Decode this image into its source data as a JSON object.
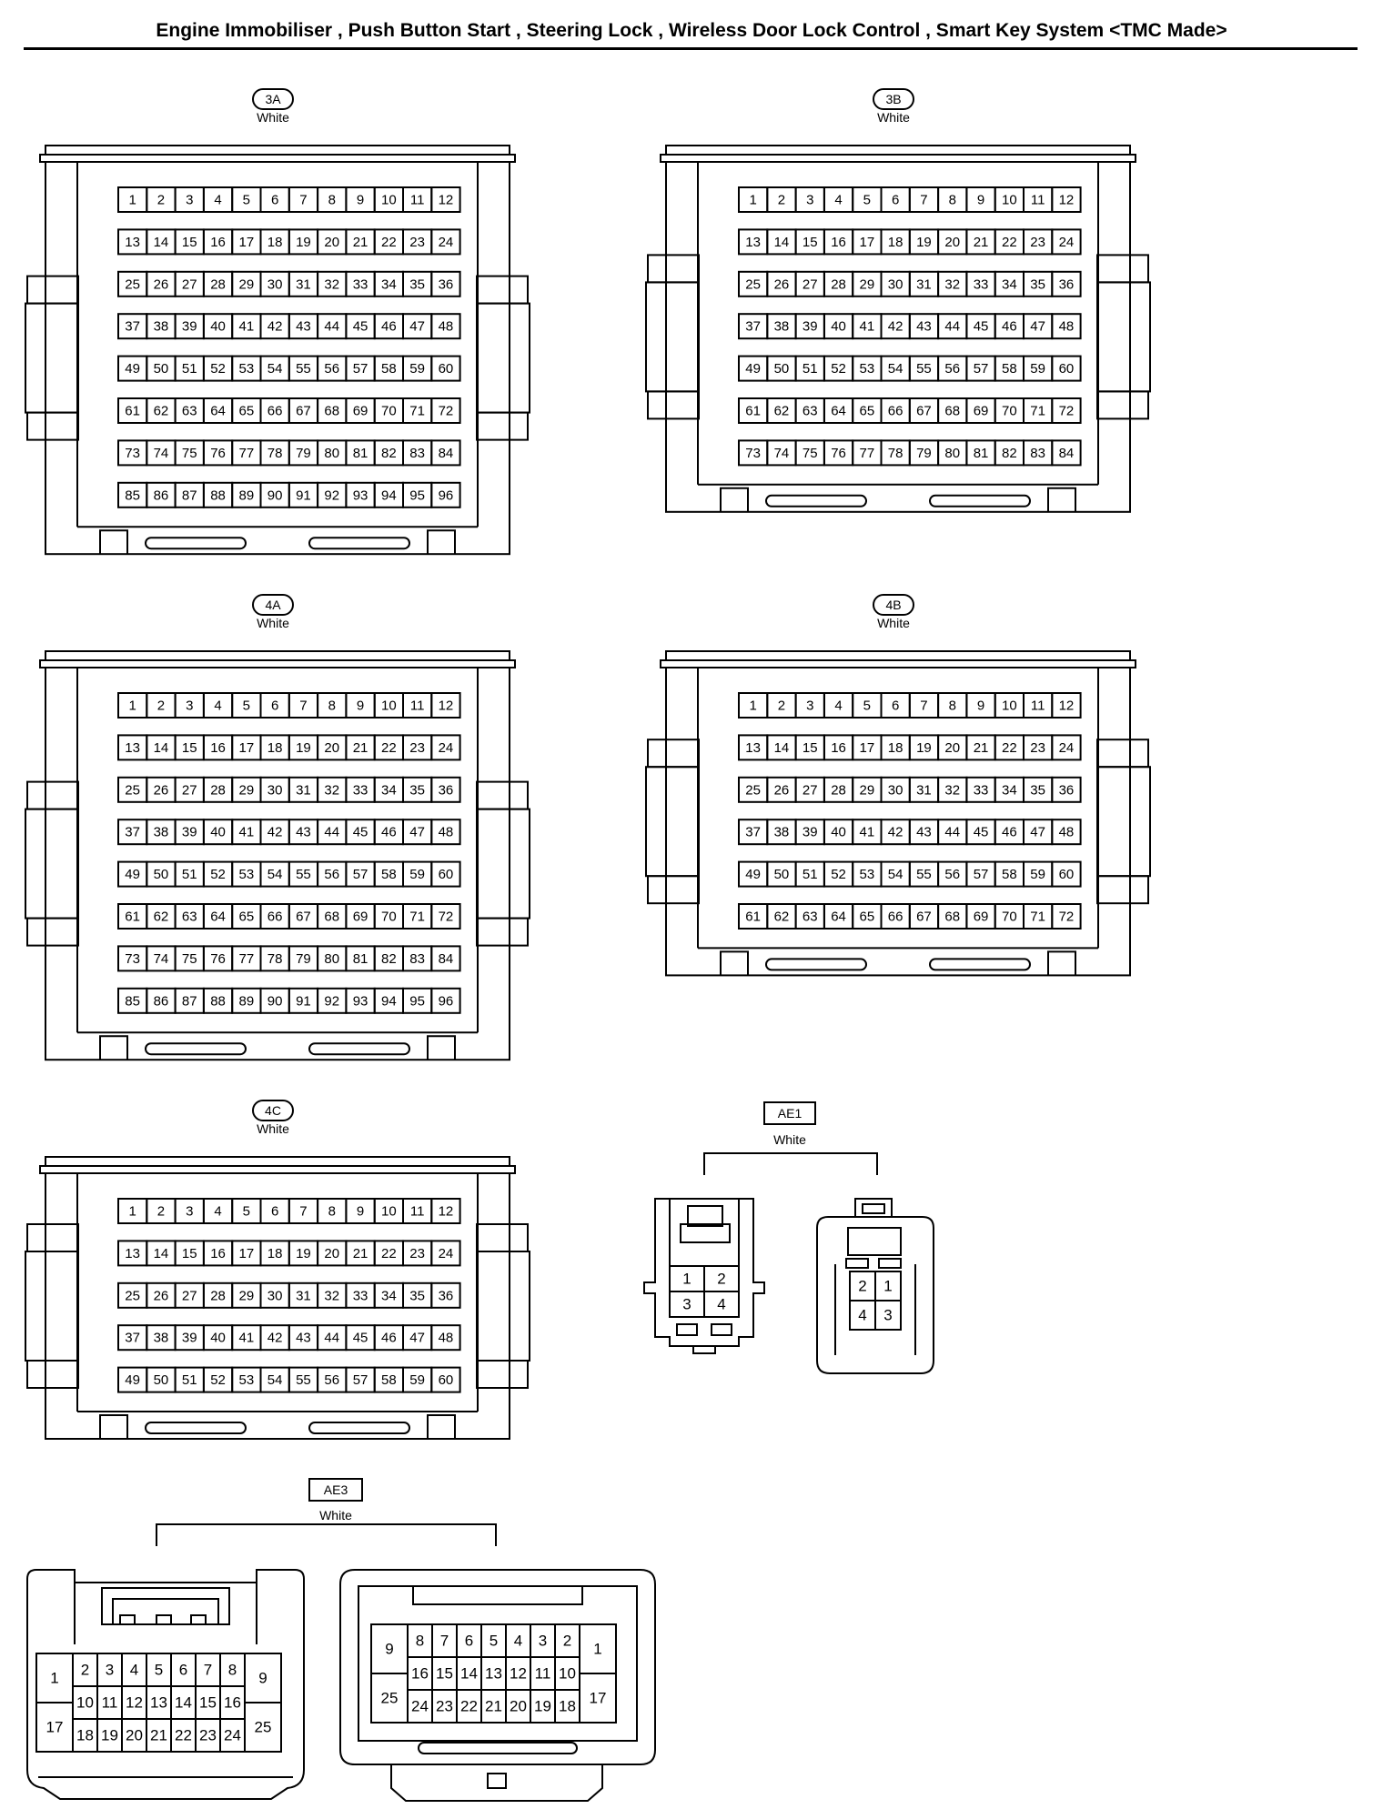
{
  "title": "Engine Immobiliser , Push Button Start , Steering Lock , Wireless Door Lock Control , Smart Key System <TMC Made>",
  "connectors": [
    {
      "id": "3A",
      "color": "White",
      "pins": 96
    },
    {
      "id": "3B",
      "color": "White",
      "pins": 84
    },
    {
      "id": "4A",
      "color": "White",
      "pins": 96
    },
    {
      "id": "4B",
      "color": "White",
      "pins": 72
    },
    {
      "id": "4C",
      "color": "White",
      "pins": 60
    }
  ],
  "ae1": {
    "id": "AE1",
    "color": "White",
    "left_pins": [
      "1",
      "2",
      "3",
      "4"
    ],
    "right_pins": [
      "2",
      "1",
      "4",
      "3"
    ]
  },
  "ae3": {
    "id": "AE3",
    "color": "White",
    "left": {
      "big_left_top": "1",
      "big_left_bottom": "17",
      "big_right_top": "9",
      "big_right_bottom": "25",
      "row1": [
        "2",
        "3",
        "4",
        "5",
        "6",
        "7",
        "8"
      ],
      "row2": [
        "10",
        "11",
        "12",
        "13",
        "14",
        "15",
        "16"
      ],
      "row3": [
        "18",
        "19",
        "20",
        "21",
        "22",
        "23",
        "24"
      ]
    },
    "right": {
      "big_left_top": "9",
      "big_left_bottom": "25",
      "big_right_top": "1",
      "big_right_bottom": "17",
      "row1": [
        "8",
        "7",
        "6",
        "5",
        "4",
        "3",
        "2"
      ],
      "row2": [
        "16",
        "15",
        "14",
        "13",
        "12",
        "11",
        "10"
      ],
      "row3": [
        "24",
        "23",
        "22",
        "21",
        "20",
        "19",
        "18"
      ]
    }
  }
}
